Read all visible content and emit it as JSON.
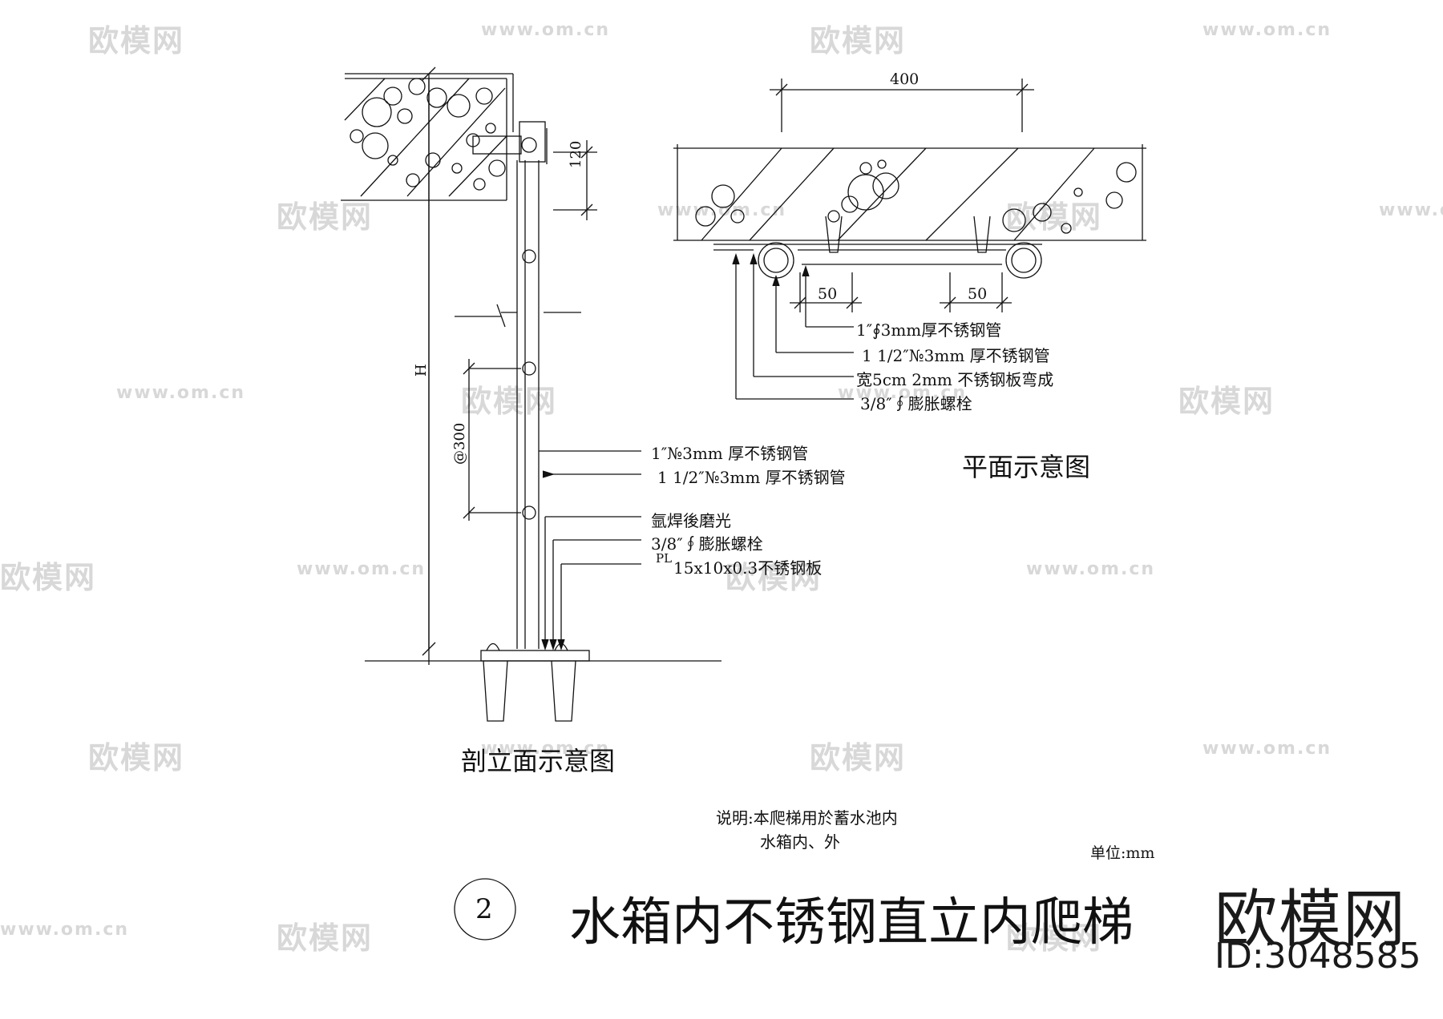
{
  "watermark": {
    "brand": "欧模网",
    "url": "www.om.cn",
    "url_short": "om.cn"
  },
  "plan_view": {
    "dim_top": "400",
    "dim_gap_left": "50",
    "dim_gap_right": "50",
    "notes": [
      "1″∮3mm厚不锈钢管",
      "1 1/2″№3mm 厚不锈钢管",
      "宽5cm 2mm 不锈钢板弯成",
      "3/8″∮膨胀螺栓"
    ],
    "title": "平面示意图"
  },
  "section_view": {
    "dim_top": "120",
    "dim_height": "H",
    "dim_spacing": "@300",
    "notes": [
      "1″№3mm 厚不锈钢管",
      "1 1/2″№3mm 厚不锈钢管",
      "氩焊後磨光",
      "3/8″∮膨胀螺栓",
      "15x10x0.3不锈钢板"
    ],
    "plate_symbol": "PL",
    "title": "剖立面示意图"
  },
  "remarks": {
    "line1": "说明:本爬梯用於蓄水池内",
    "line2": "水箱内、外",
    "unit": "单位:mm"
  },
  "title_block": {
    "number": "2",
    "title": "水箱内不锈钢直立内爬梯"
  },
  "logo": {
    "name": "欧模网",
    "id": "ID:3048585"
  }
}
